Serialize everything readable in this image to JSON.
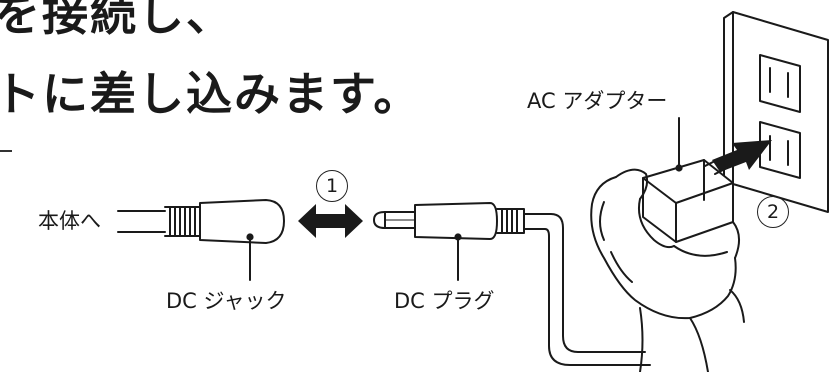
{
  "heading": {
    "line1": "を接続し、",
    "line2": "トに差し込みます。"
  },
  "labels": {
    "to_body": "本体へ",
    "dc_jack": "DC ジャック",
    "dc_plug": "DC プラグ",
    "ac_adapter": "AC アダプター"
  },
  "steps": {
    "step1": "1",
    "step2": "2"
  }
}
